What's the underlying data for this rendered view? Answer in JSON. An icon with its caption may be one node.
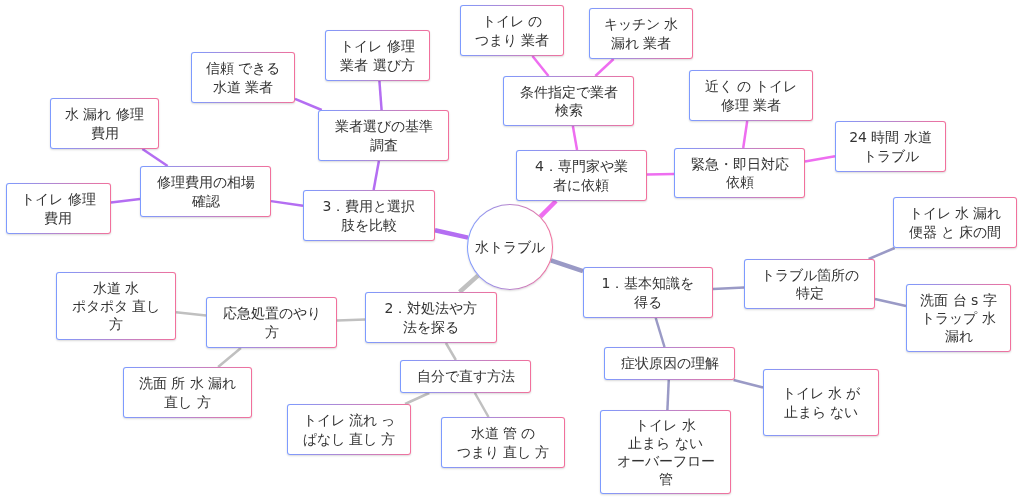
{
  "diagram": {
    "nodes": [
      {
        "text": [
          "水トラブル"
        ]
      },
      {
        "text": [
          "1．基本知識を得る"
        ]
      },
      {
        "text": [
          "トラブル箇所の特定"
        ]
      },
      {
        "text": [
          "トイレ 水 漏れ便器 と 床の間"
        ]
      },
      {
        "text": [
          "洗面 台 s 字トラップ 水漏れ"
        ]
      },
      {
        "text": [
          "症状原因の理解"
        ]
      },
      {
        "text": [
          "トイレ 水止まら ないオーバーフロー管"
        ]
      },
      {
        "text": [
          "トイレ 水 が止まら ない"
        ]
      },
      {
        "text": [
          "2．対処法や方法を探る"
        ]
      },
      {
        "text": [
          "応急処置のやり方"
        ]
      },
      {
        "text": [
          "水道 水ポタポタ 直し方"
        ]
      },
      {
        "text": [
          "洗面 所 水 漏れ直し 方"
        ]
      },
      {
        "text": [
          "自分で直す方法"
        ]
      },
      {
        "text": [
          "トイレ 流れ っぱなし 直し 方"
        ]
      },
      {
        "text": [
          "水道 管 のつまり 直し 方"
        ]
      },
      {
        "text": [
          "3．費用と選択肢を比較"
        ]
      },
      {
        "text": [
          "修理費用の相場確認"
        ]
      },
      {
        "text": [
          "水 漏れ 修理費用"
        ]
      },
      {
        "text": [
          "トイレ 修理費用"
        ]
      },
      {
        "text": [
          "業者選びの基準調査"
        ]
      },
      {
        "text": [
          "信頼 できる水道 業者"
        ]
      },
      {
        "text": [
          "トイレ 修理業者 選び方"
        ]
      },
      {
        "text": [
          "4．専門家や業者に依頼"
        ]
      },
      {
        "text": [
          "条件指定で業者検索"
        ]
      },
      {
        "text": [
          "トイレ のつまり 業者"
        ]
      },
      {
        "text": [
          "キッチン 水漏れ 業者"
        ]
      },
      {
        "text": [
          "緊急・即日対応依頼"
        ]
      },
      {
        "text": [
          "近く の トイレ修理 業者"
        ]
      },
      {
        "text": [
          "24 時間 水道トラブル"
        ]
      }
    ],
    "edges": [
      {
        "from": 0,
        "to": 1,
        "arrow": "none",
        "style": "thick",
        "color": "#9a9ac6"
      },
      {
        "from": 1,
        "to": 2,
        "arrow": "none",
        "color": "#9a9ac6"
      },
      {
        "from": 2,
        "to": 3,
        "arrow": "none",
        "color": "#9a9ac6"
      },
      {
        "from": 2,
        "to": 4,
        "arrow": "none",
        "color": "#9a9ac6"
      },
      {
        "from": 1,
        "to": 5,
        "arrow": "none",
        "color": "#9a9ac6"
      },
      {
        "from": 5,
        "to": 6,
        "arrow": "none",
        "color": "#9a9ac6"
      },
      {
        "from": 5,
        "to": 7,
        "arrow": "none",
        "color": "#9a9ac6"
      },
      {
        "from": 0,
        "to": 8,
        "arrow": "none",
        "style": "thick",
        "color": "#c0c0c0"
      },
      {
        "from": 8,
        "to": 9,
        "arrow": "none",
        "color": "#c0c0c0"
      },
      {
        "from": 9,
        "to": 10,
        "arrow": "none",
        "color": "#c0c0c0"
      },
      {
        "from": 9,
        "to": 11,
        "arrow": "none",
        "color": "#c0c0c0"
      },
      {
        "from": 8,
        "to": 12,
        "arrow": "none",
        "color": "#c0c0c0"
      },
      {
        "from": 12,
        "to": 13,
        "arrow": "none",
        "color": "#c0c0c0"
      },
      {
        "from": 12,
        "to": 14,
        "arrow": "none",
        "color": "#c0c0c0"
      },
      {
        "from": 0,
        "to": 15,
        "arrow": "none",
        "style": "thick",
        "color": "#b46ef2"
      },
      {
        "from": 15,
        "to": 16,
        "arrow": "none",
        "color": "#b46ef2"
      },
      {
        "from": 16,
        "to": 17,
        "arrow": "none",
        "color": "#b46ef2"
      },
      {
        "from": 16,
        "to": 18,
        "arrow": "none",
        "color": "#b46ef2"
      },
      {
        "from": 15,
        "to": 19,
        "arrow": "none",
        "color": "#b46ef2"
      },
      {
        "from": 19,
        "to": 20,
        "arrow": "none",
        "color": "#b46ef2"
      },
      {
        "from": 19,
        "to": 21,
        "arrow": "none",
        "color": "#b46ef2"
      },
      {
        "from": 0,
        "to": 22,
        "arrow": "none",
        "style": "thick",
        "color": "#ee6ef0"
      },
      {
        "from": 22,
        "to": 23,
        "arrow": "none",
        "color": "#ee6ef0"
      },
      {
        "from": 23,
        "to": 24,
        "arrow": "none",
        "color": "#ee6ef0"
      },
      {
        "from": 23,
        "to": 25,
        "arrow": "none",
        "color": "#ee6ef0"
      },
      {
        "from": 22,
        "to": 26,
        "arrow": "none",
        "color": "#ee6ef0"
      },
      {
        "from": 26,
        "to": 27,
        "arrow": "none",
        "color": "#ee6ef0"
      },
      {
        "from": 26,
        "to": 28,
        "arrow": "none",
        "color": "#ee6ef0"
      }
    ]
  }
}
